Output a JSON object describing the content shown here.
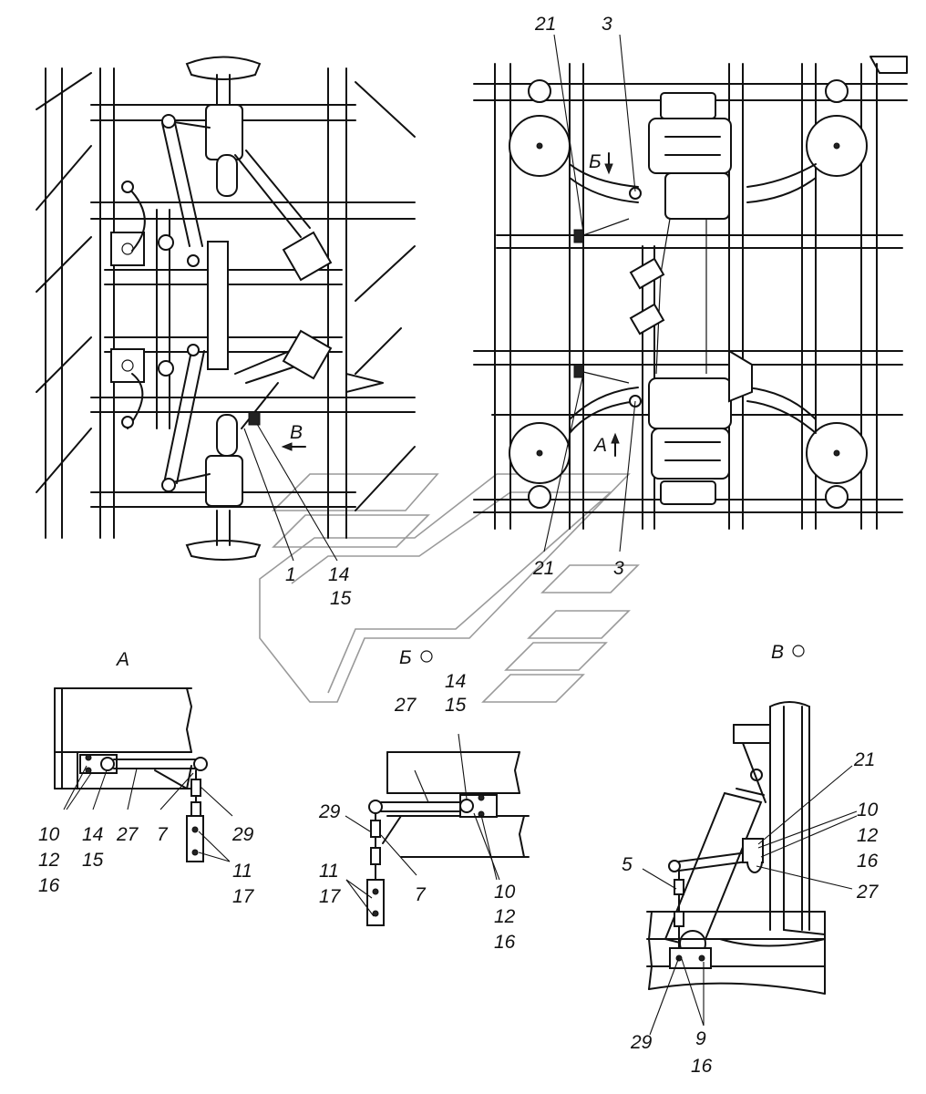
{
  "views": {
    "a": "А",
    "b": "Б",
    "v": "В"
  },
  "markers": {
    "b": "Б",
    "a": "А",
    "v": "В"
  },
  "callouts": {
    "top_left": [
      "1",
      "14",
      "15"
    ],
    "top_right_upper": [
      "21",
      "3"
    ],
    "top_right_lower": [
      "21",
      "3"
    ],
    "view_a": [
      "10",
      "12",
      "16",
      "14",
      "15",
      "27",
      "7",
      "29",
      "11",
      "17"
    ],
    "view_b": [
      "14",
      "15",
      "27",
      "29",
      "7",
      "11",
      "17",
      "10",
      "12",
      "16"
    ],
    "view_v": [
      "21",
      "10",
      "12",
      "16",
      "5",
      "27",
      "29",
      "9",
      "16"
    ]
  }
}
